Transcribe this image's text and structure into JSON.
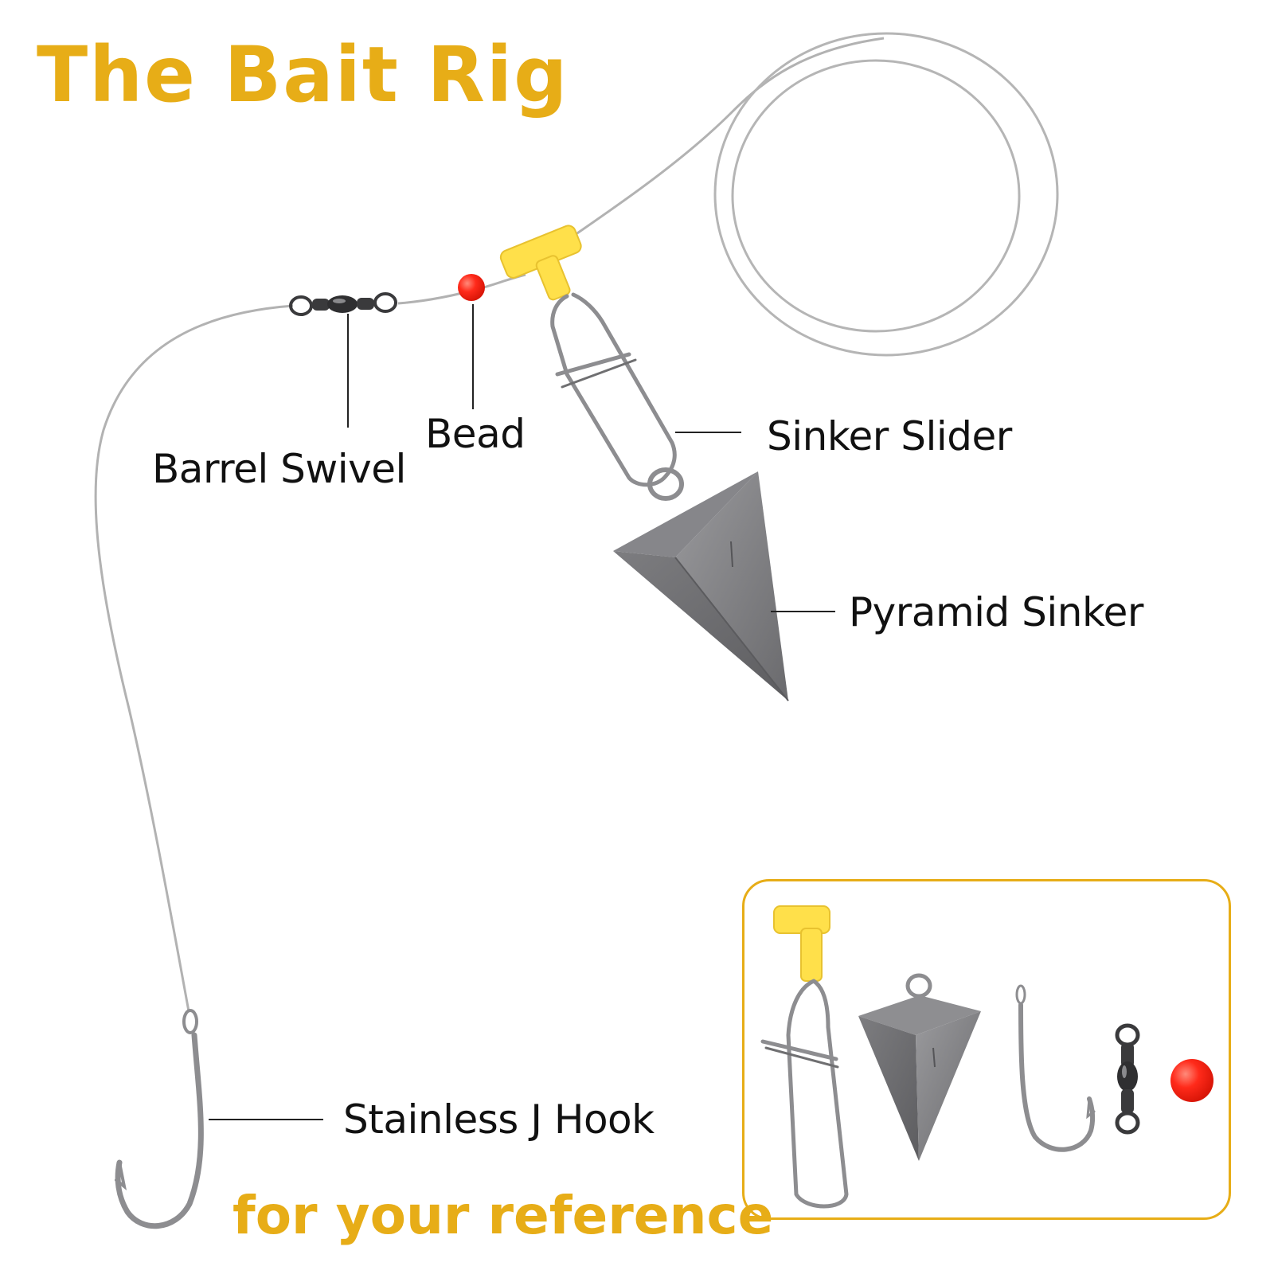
{
  "title": "The Bait Rig",
  "footer": "for your reference",
  "labels": {
    "barrel_swivel": "Barrel Swivel",
    "bead": "Bead",
    "sinker_slider": "Sinker Slider",
    "pyramid_sinker": "Pyramid Sinker",
    "stainless_j_hook": "Stainless J Hook"
  },
  "colors": {
    "accent": "#e7ad17",
    "line": "#a9a9a9",
    "bead": "#ff2a1a",
    "slider": "#ffe04a",
    "sinker": "#6f6f71",
    "metal": "#8d8d90",
    "swivel": "#3a3a3c",
    "text": "#111111"
  }
}
